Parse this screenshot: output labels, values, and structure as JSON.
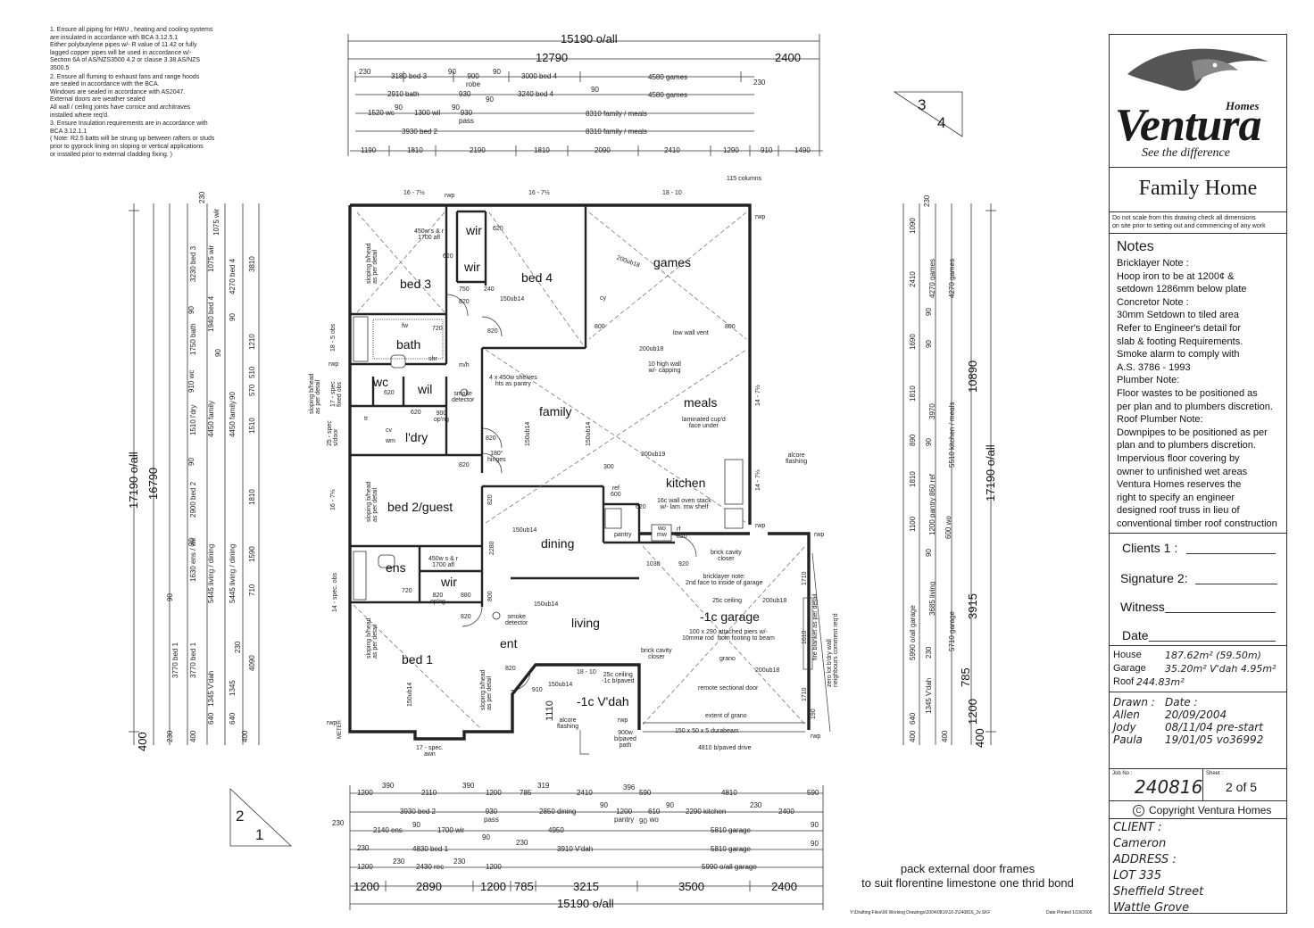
{
  "left_notes": [
    "1. Ensure all piping for HWU , heating and cooling systems\n   are insulated in accordance with BCA 3.12.5.1\n   Either polybutylene pipes w/- R value of 11.42 or fully\n   lagged copper pipes will be used in accordance w/-\n   Section 6A of AS/NZS3500 4.2 or clause 3.38 AS/NZS\n   3500.5",
    "2. Ensure all fluming to exhaust fans and range hoods\n   are sealed in accordance with the BCA.\n   Windows are sealed in accordance with AS2047.\n   External doors are weather sealed\n   All wall / ceiling joints have cornice and architraves\n   installed where req'd.",
    "3. Ensure Insulation requirements are in accordance with\n   BCA 3.12.1.1\n   ( Note: R2.5 batts will be strung up between rafters or studs\n   prior to gyprock lining on sloping or vertical applications\n   or installed prior to external cladding fixing. )"
  ],
  "section_markers": {
    "top_right_a": "3",
    "top_right_b": "4",
    "bottom_left_a": "2",
    "bottom_left_b": "1"
  },
  "top_dims": {
    "overall": "15190 o/all",
    "main": "12790",
    "right": "2400",
    "row1": [
      "230",
      "3180 bed 3",
      "90",
      "900\nrobe",
      "90",
      "3000 bed 4",
      "4580 games",
      "230"
    ],
    "row2": [
      "2910 bath",
      "930",
      "90",
      "3240 bed 4",
      "90",
      "4580 games"
    ],
    "row3": [
      "1520 wc",
      "90",
      "1300 wil",
      "90",
      "930\npass",
      "8310 family / meals"
    ],
    "row4": [
      "3930 bed 2",
      "8310 family / meals"
    ],
    "row5": [
      "1190",
      "1810",
      "2190",
      "1810",
      "2090",
      "2410",
      "1290",
      "910",
      "1490"
    ]
  },
  "bottom_dims": {
    "row1": [
      "1200",
      "390",
      "2110",
      "390",
      "1200",
      "785",
      "319",
      "2410",
      "396",
      "590",
      "4810",
      "590"
    ],
    "row2": [
      "3930 bed 2",
      "930\npass",
      "2850 dining",
      "90",
      "1200\npantry",
      "610\nwo",
      "90",
      "2290 kitchen",
      "230",
      "2400"
    ],
    "row3": [
      "230",
      "2140 ens",
      "90",
      "1700 wir",
      "90",
      "4950",
      "90",
      "5810 garage",
      "90"
    ],
    "row4": [
      "230",
      "4830 bed 1",
      "230",
      "3910 V'dah",
      "5810 garage",
      "90"
    ],
    "row5": [
      "1200",
      "230",
      "2430 rec",
      "230",
      "1200",
      "5990 o/all garage"
    ],
    "row6": [
      "1200",
      "2890",
      "1200",
      "785",
      "3215",
      "3500",
      "2400"
    ],
    "overall": "15190 o/all"
  },
  "left_dims": {
    "overall_a": "17190 o/all",
    "overall_b": "16790",
    "bottom": "400",
    "items": [
      "230",
      "1075 wir",
      "3230 bed 3",
      "1075 wir",
      "4270 bed 4",
      "3810",
      "90",
      "1940 bed 4",
      "90",
      "1750 bath",
      "1210",
      "90",
      "910 wc",
      "510",
      "570",
      "90",
      "1510 l'dry",
      "4450 family",
      "4450 family",
      "1510",
      "90",
      "2900 bed 2",
      "1810",
      "90",
      "1630 ens / wir",
      "5445 living / dining",
      "5445 living / dining",
      "1590",
      "90",
      "710",
      "3770 bed 1",
      "3770 bed 1",
      "230",
      "4090",
      "1345 V'dah",
      "1345",
      "640",
      "640",
      "230",
      "400",
      "400"
    ]
  },
  "right_dims": {
    "overall_a": "17190 o/all",
    "overall_b": "10890",
    "mid": "3915",
    "d785": "785",
    "d1200": "1200",
    "bottom": "400",
    "items": [
      "230",
      "1090",
      "2410",
      "4270 games",
      "4270 games",
      "90",
      "1690",
      "90",
      "1810",
      "3970",
      "5510 kitchen / meals",
      "890",
      "90",
      "1810",
      "860 ref",
      "1200 pantry",
      "600 wo",
      "1100",
      "90",
      "5990 o/all garage",
      "3685 living",
      "5710 garage",
      "230",
      "1345 V'dah",
      "640",
      "400",
      "400"
    ]
  },
  "rooms": {
    "bed3": "bed 3",
    "bed4": "bed 4",
    "games": "games",
    "bath": "bath",
    "wc": "wc",
    "wil": "wil",
    "family": "family",
    "meals": "meals",
    "ldry": "l'dry",
    "kitchen": "kitchen",
    "bed2": "bed 2/guest",
    "dining": "dining",
    "ens": "ens",
    "wir_top": "wir",
    "wir_top2": "wir",
    "wir_bottom": "wir",
    "living": "living",
    "ent": "ent",
    "bed1": "bed 1",
    "garage": "-1c garage",
    "vdah": "-1c V'dah",
    "pantry": "pantry"
  },
  "plan_labels": {
    "a16_1": "16 - 7½",
    "rwp1": "rwp",
    "a16_2": "16 - 7½",
    "a18_10": "18 - 10",
    "columns": "115 columns",
    "rwp2": "rwp",
    "shelf_bed3": "450w s & r\n1700 afl",
    "n620a": "620",
    "n620b": "620",
    "n750": "750",
    "n240": "240",
    "n820a": "820",
    "n820b": "820",
    "ub14a": "150ub14",
    "ub18a": "200ub18",
    "cy": "cy",
    "sloping_bed3": "sloping b/head\nas per detail",
    "n800a": "800",
    "n800b": "800",
    "lowvent": "low wall vent",
    "ub18b": "200ub18",
    "highwall": "10 high wall\nw/- capping",
    "n720a": "720",
    "shr": "shr",
    "mh": "m/h",
    "fw": "fw",
    "shelves": "4 x 450w shelves\nhts as pantry",
    "smoke1": "smoke\ndetector",
    "n900": "900\nop'ng",
    "laminated": "laminated cup'd\nface under",
    "n18_5": "18 - 5 obs",
    "rwp3": "rwp",
    "sloping_left": "sloping b/head\nas per detail",
    "spec17": "17 - spec\nfixed obs",
    "spec25": "25 - spec\ns/door",
    "n620c": "620",
    "n620d": "620",
    "trough": "tr",
    "wm": "wm",
    "cv": "cv",
    "n820c": "820",
    "n820d": "820",
    "hinges": "180°\nhinges",
    "ub14b": "150ub14",
    "ub14c": "150ub14",
    "ub19": "200ub19",
    "n300": "300",
    "ref": "ref\n600",
    "n620e": "620",
    "wall_oven": "16c wall oven stack\nw/- lam. mw shelf",
    "n14_7a": "14 - 7½",
    "n14_7b": "14 - 7½",
    "alcore1": "alcore\nflashing",
    "n16_7c": "16 - 7½",
    "sloping_bed2": "sloping b/head\nas per detail",
    "ub14d": "150ub14",
    "n2280": "2280",
    "n820e": "820",
    "rf": "rf",
    "wo": "wo\nmw",
    "n820f": "820",
    "rwp4": "rwp",
    "rwp5": "rwp",
    "brick_closer": "brick cavity\ncloser",
    "n1030": "1030",
    "n920": "920",
    "bricklayer": "bricklayer note:\n2nd face to inside of garage",
    "ceiling_g": "25c ceiling",
    "ub18c": "200ub18",
    "n1710a": "1710",
    "shelf_ens": "450w s & r\n1700 afl",
    "n14spec": "14 - spec. obs",
    "n720b": "720",
    "n820g": "820\nop'ng",
    "n880": "880",
    "n800c": "800",
    "ub14e": "150ub14",
    "sloping_bed1": "sloping b/head\nas per detail",
    "n820h": "820",
    "smoke2": "smoke\ndetector",
    "piers": "100 x 290 attached piers w/-\n10mmø rod  from footing to beam",
    "grano": "grano",
    "brick_closer2": "brick cavity\ncloser",
    "ub18d": "200ub18",
    "n1610": "1610",
    "zero_lot": "zero lot b'dry wall\nneighbours comment req'd",
    "fire": "fire blanket as per detail",
    "ub14f": "150ub14",
    "n820i": "820",
    "sloping_vdah": "sloping b/head\nas per detail",
    "n18_10b": "18 - 10",
    "ceiling_v": "25c ceiling\n-1c b/paved",
    "ub14g": "150ub14",
    "n910": "910",
    "n1110": "1110",
    "remote": "remote sectional door",
    "n1710b": "1710",
    "n190": "190",
    "alcore2": "alcore\nflashing",
    "rwp6": "rwp",
    "rwp7": "rwp",
    "extent": "extent of grano",
    "durabeam": "150 x 50 x 5 durabeam",
    "paved900": "900w\nb/paved\npath",
    "paved_drive": "4810 b/paved drive",
    "spec17b": "17 - spec.\nawn",
    "rwp8": "rwp",
    "meter": "METER"
  },
  "pack_note": "pack external door frames\nto suit florentine limestone one thrid bond",
  "footer_path": "Y:\\Drafting Files\\06 Working Drawings\\2004\\0816\\16-2\\240816_2v.SKF",
  "footer_date": "Date Printed 1/19/2005",
  "title_block": {
    "brand_small": "Homes",
    "brand_main": "Ventura",
    "tagline": "See the difference",
    "title": "Family Home",
    "disclaimer": "Do not scale from this drawing check all dimensions\non site prior to setting out and commencing of any work",
    "notes_head": "Notes",
    "notes_body": "Bricklayer Note :\nHoop iron to be at 1200¢ &\nsetdown 1286mm below plate\nConcretor Note :\n30mm Setdown to tiled area\nRefer to Engineer's detail for\nslab & footing Requirements.\nSmoke alarm to comply with\nA.S. 3786  - 1993\nPlumber Note:\nFloor wastes to be positioned as\nper plan and to plumbers discretion.\nRoof Plumber Note:\nDownpipes to be positioned as per\nplan and to plumbers discretion.\nImpervious floor covering by\nowner to unfinished wet areas\nVentura Homes reserves the\nright to specify an engineer\ndesigned roof truss in lieu of\nconventional timber roof construction",
    "clients1": "Clients 1 :",
    "signature2": "Signature 2:",
    "witness": "Witness",
    "date": "Date",
    "house_label": "House",
    "house_val": "187.62m²  (59.50m)",
    "garage_label": "Garage",
    "garage_val": "35.20m²  V'dah 4.95m²",
    "roof_label": "Roof",
    "roof_val": "244.83m²",
    "drawn_label": "Drawn :",
    "date_label": "Date :",
    "drawn_rows": [
      {
        "name": "Allen",
        "date": "20/09/2004"
      },
      {
        "name": "Jody",
        "date": "08/11/04 pre-start"
      },
      {
        "name": "Paula",
        "date": "19/01/05 vo36992"
      }
    ],
    "job_label": "Job No :",
    "job_no": "240816",
    "sheet_label": "Sheet :",
    "sheet": "2 of 5",
    "copyright": "Copyright Ventura Homes",
    "client_label": "CLIENT :",
    "client": "Cameron",
    "address_label": "ADDRESS :",
    "address_lines": [
      "LOT 335",
      "Sheffield Street",
      "Wattle Grove"
    ]
  }
}
